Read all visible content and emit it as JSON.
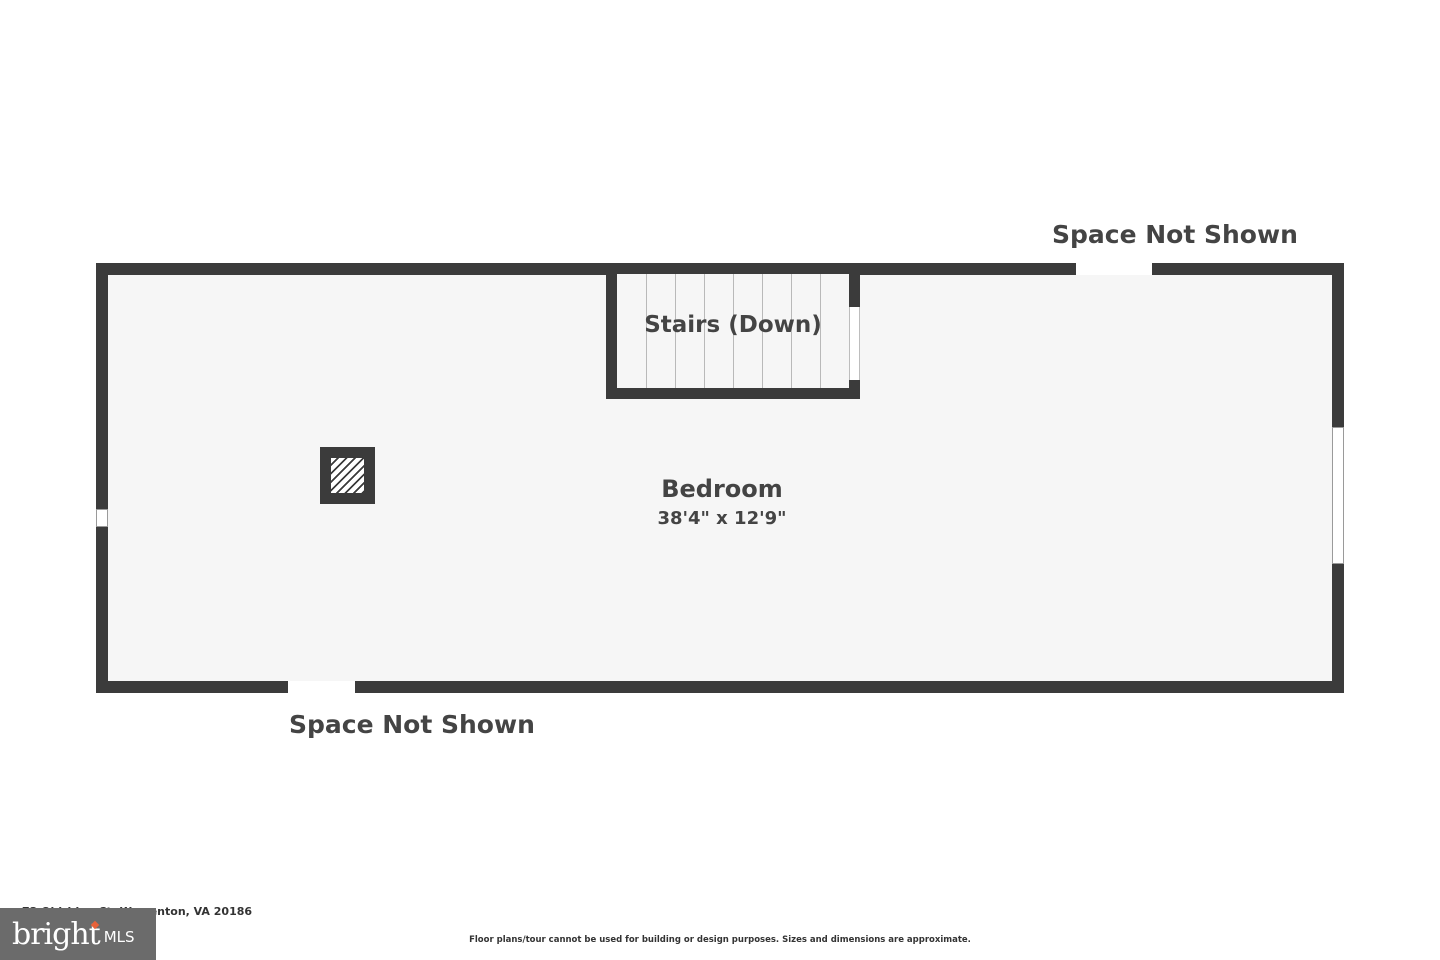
{
  "floorplan": {
    "rooms": [
      {
        "name": "Bedroom",
        "dimensions": "38'4\" x 12'9\""
      },
      {
        "name": "Stairs (Down)"
      }
    ],
    "notes": {
      "top": "Space Not Shown",
      "bottom": "Space Not Shown"
    }
  },
  "footer": {
    "address": "73 Oldridge Ct, Warrenton, VA 20186",
    "disclaimer": "Floor plans/tour cannot be used for building or design purposes. Sizes and dimensions are approximate."
  },
  "logo": {
    "word": "bright",
    "suffix": "MLS"
  },
  "colors": {
    "wall": "#3b3b3b",
    "floor": "#f6f6f6",
    "text": "#444444",
    "logo_bg": "#6b6b6b",
    "logo_accent": "#e8623a"
  }
}
